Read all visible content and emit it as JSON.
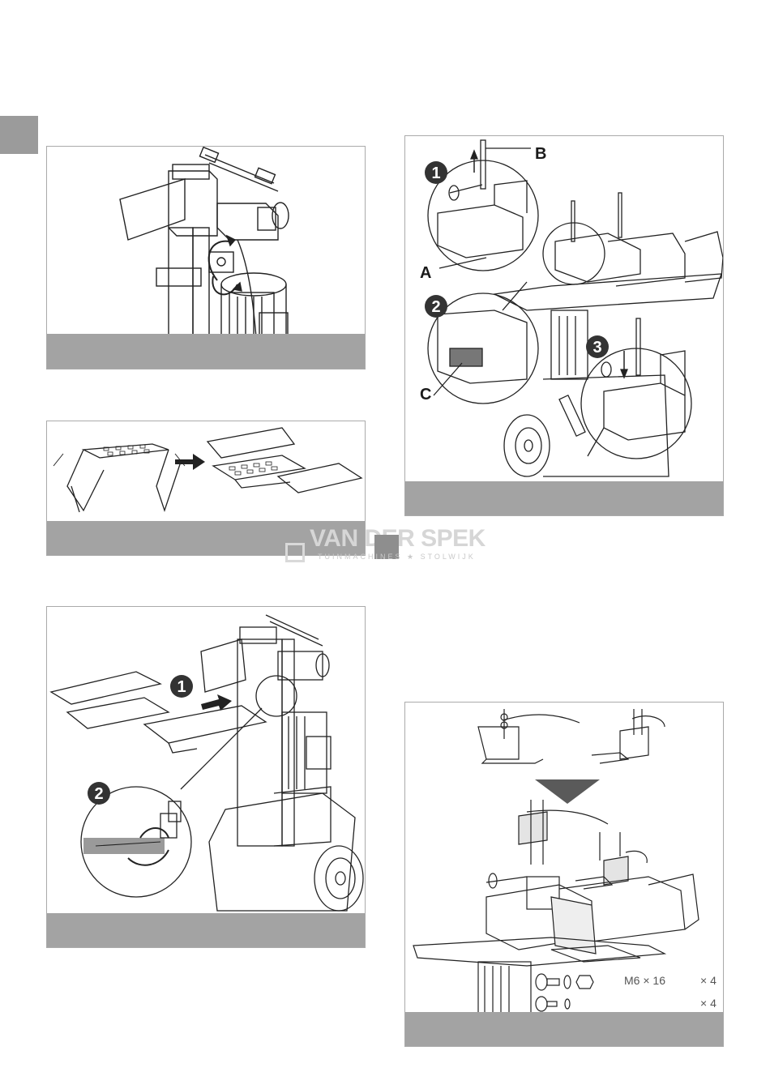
{
  "page": {
    "section_tab_color": "#9b9b9b",
    "caption_bar_color": "#a3a3a3",
    "panel_border_color": "#aaaaaa"
  },
  "fig_b": {
    "callouts": [
      "1",
      "2",
      "3"
    ],
    "labels": {
      "a": "A",
      "b": "B",
      "c": "C"
    }
  },
  "fig_e": {
    "callouts": [
      "1",
      "2"
    ]
  },
  "fig_f": {
    "hardware": [
      {
        "spec": "M6 × 16",
        "qty": "× 4"
      },
      {
        "spec": "",
        "qty": "× 4"
      }
    ]
  },
  "watermark": {
    "title": "VAN DER SPEK",
    "subtitle": "TUINMACHINES ★ STOLWIJK"
  }
}
